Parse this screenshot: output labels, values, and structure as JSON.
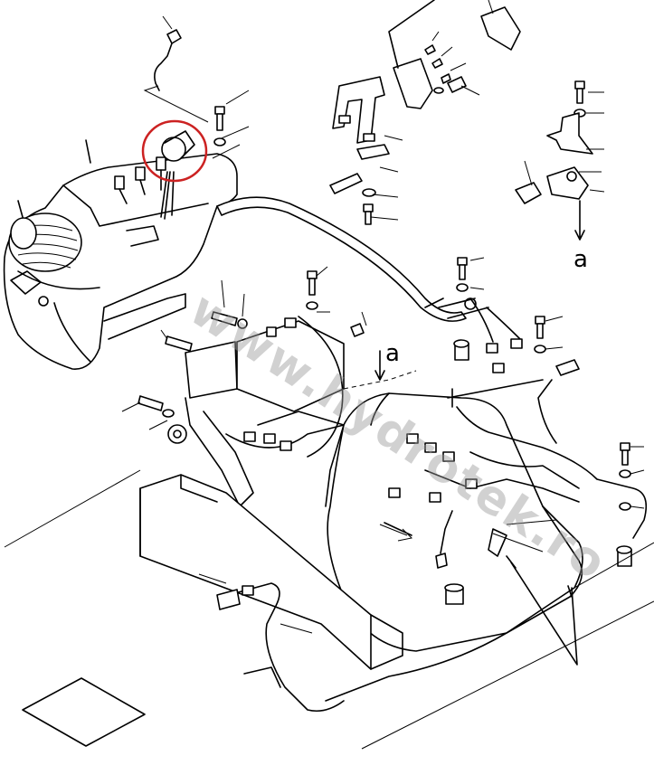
{
  "labels": {
    "view_a_top": "a",
    "view_a_center": "a"
  },
  "watermark": {
    "text": "www.hydrotek.ro"
  },
  "highlight": {
    "color": "#cc2222"
  },
  "line_color": "#000000",
  "icons": [
    "joystick-icon",
    "connector-icon",
    "bolt-icon",
    "washer-icon",
    "clamp-icon",
    "relay-icon",
    "bracket-icon",
    "arrow-icon"
  ]
}
